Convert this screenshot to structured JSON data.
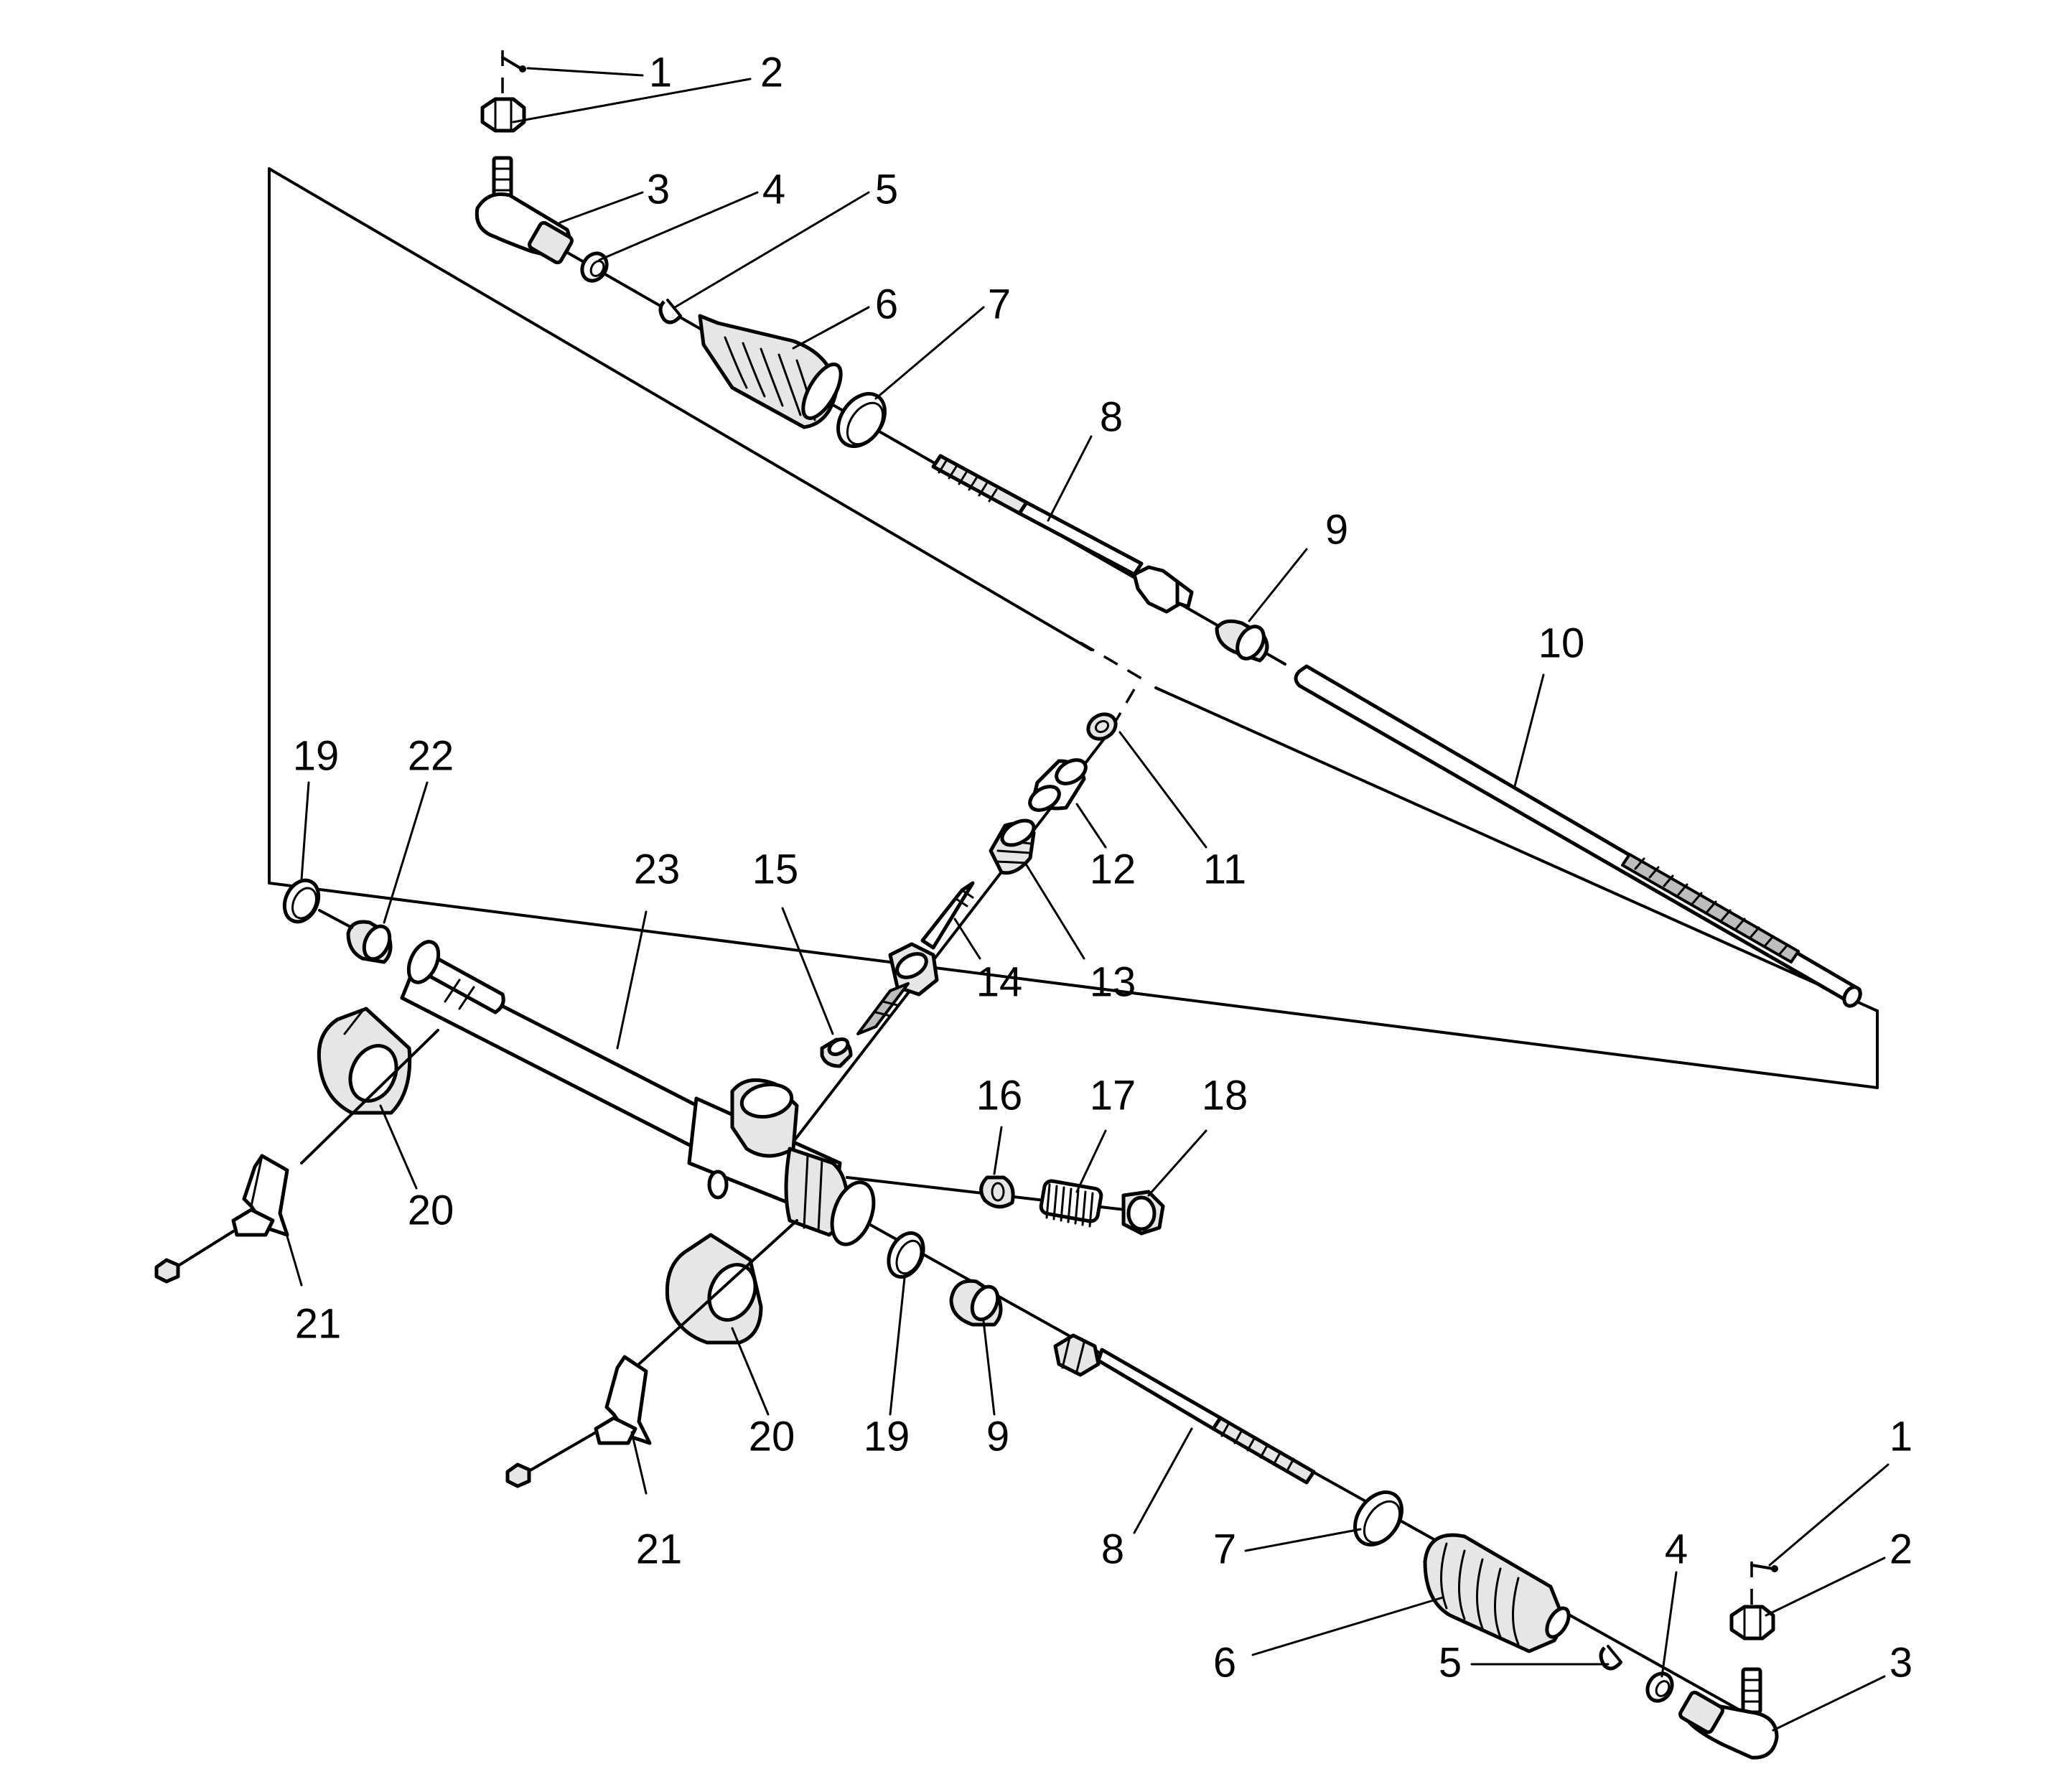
{
  "diagram": {
    "type": "exploded-parts-view",
    "parts": [
      {
        "id": "p1a",
        "name": "cotter-pin",
        "label": "1"
      },
      {
        "id": "p2a",
        "name": "castle-nut",
        "label": "2"
      },
      {
        "id": "p3a",
        "name": "outer-tie-rod-end",
        "label": "3"
      },
      {
        "id": "p4a",
        "name": "jam-nut",
        "label": "4"
      },
      {
        "id": "p5a",
        "name": "boot-clamp-small",
        "label": "5"
      },
      {
        "id": "p6a",
        "name": "boot",
        "label": "6"
      },
      {
        "id": "p7a",
        "name": "boot-clamp-large",
        "label": "7"
      },
      {
        "id": "p8a",
        "name": "inner-tie-rod",
        "label": "8"
      },
      {
        "id": "p9a",
        "name": "rack-bushing",
        "label": "9"
      },
      {
        "id": "p10",
        "name": "rack",
        "label": "10"
      },
      {
        "id": "p11",
        "name": "pinion-seal",
        "label": "11"
      },
      {
        "id": "p12",
        "name": "pinion-bushing",
        "label": "12"
      },
      {
        "id": "p13",
        "name": "pinion-bearing",
        "label": "13"
      },
      {
        "id": "p14",
        "name": "pinion-shaft",
        "label": "14"
      },
      {
        "id": "p15",
        "name": "pinion-lower-bearing",
        "label": "15"
      },
      {
        "id": "p16",
        "name": "rack-bearing",
        "label": "16"
      },
      {
        "id": "p17",
        "name": "adjuster-spring",
        "label": "17"
      },
      {
        "id": "p18",
        "name": "adjuster-plug",
        "label": "18"
      },
      {
        "id": "p19a",
        "name": "retaining-ring-left",
        "label": "19"
      },
      {
        "id": "p20a",
        "name": "mount-insulator-left",
        "label": "20"
      },
      {
        "id": "p21a",
        "name": "mount-clamp-left",
        "label": "21"
      },
      {
        "id": "p22",
        "name": "inner-rack-bushing",
        "label": "22"
      },
      {
        "id": "p23",
        "name": "gear-housing",
        "label": "23"
      },
      {
        "id": "p19b",
        "name": "retaining-ring-right",
        "label": "19"
      },
      {
        "id": "p9b",
        "name": "rack-bushing-right",
        "label": "9"
      },
      {
        "id": "p20b",
        "name": "mount-insulator-right",
        "label": "20"
      },
      {
        "id": "p21b",
        "name": "mount-clamp-right",
        "label": "21"
      },
      {
        "id": "p8b",
        "name": "inner-tie-rod-right",
        "label": "8"
      },
      {
        "id": "p7b",
        "name": "boot-clamp-large-right",
        "label": "7"
      },
      {
        "id": "p6b",
        "name": "boot-right",
        "label": "6"
      },
      {
        "id": "p5b",
        "name": "boot-clamp-small-right",
        "label": "5"
      },
      {
        "id": "p4b",
        "name": "jam-nut-right",
        "label": "4"
      },
      {
        "id": "p1b",
        "name": "cotter-pin-right",
        "label": "1"
      },
      {
        "id": "p2b",
        "name": "castle-nut-right",
        "label": "2"
      },
      {
        "id": "p3b",
        "name": "outer-tie-rod-end-right",
        "label": "3"
      }
    ]
  }
}
